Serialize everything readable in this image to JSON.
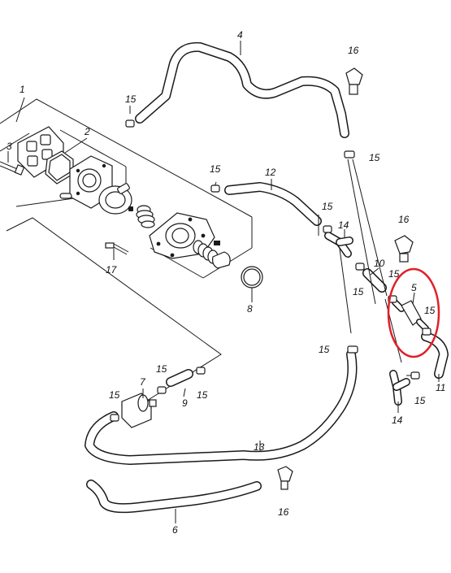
{
  "callouts": {
    "c1": "1",
    "c2": "2",
    "c3": "3",
    "c4": "4",
    "c5": "5",
    "c6": "6",
    "c7": "7",
    "c8": "8",
    "c9": "9",
    "c10": "10",
    "c11": "11",
    "c12": "12",
    "c13": "13",
    "c14a": "14",
    "c14b": "14",
    "c15a": "15",
    "c15b": "15",
    "c15c": "15",
    "c15d": "15",
    "c15e": "15",
    "c15f": "15",
    "c15g": "15",
    "c15h": "15",
    "c15i": "15",
    "c15j": "15",
    "c15k": "15",
    "c15l": "15",
    "c16a": "16",
    "c16b": "16",
    "c16c": "16",
    "c17": "17"
  },
  "colors": {
    "line": "#1a1a1a",
    "highlight": "#e0202a",
    "background": "#ffffff"
  },
  "highlight": {
    "target_part": "5",
    "shape": "ellipse"
  }
}
